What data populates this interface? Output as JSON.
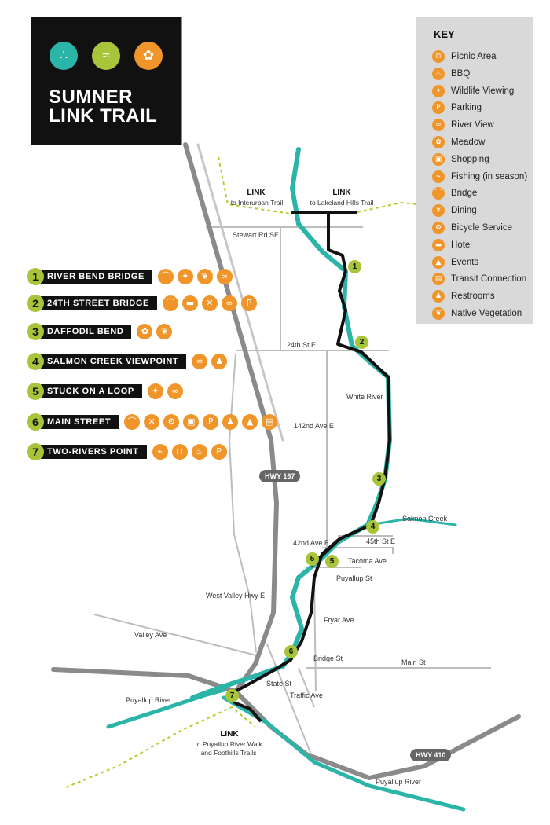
{
  "title": {
    "line1": "SUMNER",
    "line2": "LINK TRAIL"
  },
  "colors": {
    "river": "#2bb5a8",
    "trail": "#111111",
    "highway": "#8a8a8a",
    "road": "#bdbdbd",
    "accent_green": "#a8c43a",
    "icon_orange": "#f0952a",
    "key_bg": "#d9d9d9",
    "link_dashed": "#b5cc2e"
  },
  "logo_icons": [
    {
      "name": "footprints-icon",
      "color": "#2bb5a8"
    },
    {
      "name": "salmon-icon",
      "color": "#a8c43a"
    },
    {
      "name": "daffodil-icon",
      "color": "#f0952a"
    }
  ],
  "key": {
    "title": "KEY",
    "items": [
      {
        "label": "Picnic Area",
        "icon": "picnic-icon",
        "glyph": "⊓"
      },
      {
        "label": "BBQ",
        "icon": "bbq-icon",
        "glyph": "♨"
      },
      {
        "label": "Wildlife Viewing",
        "icon": "bird-icon",
        "glyph": "✦"
      },
      {
        "label": "Parking",
        "icon": "parking-icon",
        "glyph": "P"
      },
      {
        "label": "River View",
        "icon": "binoculars-icon",
        "glyph": "∞"
      },
      {
        "label": "Meadow",
        "icon": "meadow-icon",
        "glyph": "✿"
      },
      {
        "label": "Shopping",
        "icon": "shopping-icon",
        "glyph": "▣"
      },
      {
        "label": "Fishing (in season)",
        "icon": "fishing-icon",
        "glyph": "⌁"
      },
      {
        "label": "Bridge",
        "icon": "bridge-icon",
        "glyph": "⌒"
      },
      {
        "label": "Dining",
        "icon": "dining-icon",
        "glyph": "✕"
      },
      {
        "label": "Bicycle Service",
        "icon": "bicycle-icon",
        "glyph": "⚙"
      },
      {
        "label": "Hotel",
        "icon": "hotel-icon",
        "glyph": "▬"
      },
      {
        "label": "Events",
        "icon": "events-icon",
        "glyph": "▲"
      },
      {
        "label": "Transit Connection",
        "icon": "transit-icon",
        "glyph": "▤"
      },
      {
        "label": "Restrooms",
        "icon": "restrooms-icon",
        "glyph": "♟"
      },
      {
        "label": "Native Vegetation",
        "icon": "vegetation-icon",
        "glyph": "❦"
      }
    ]
  },
  "stops": [
    {
      "num": "1",
      "name": "RIVER BEND BRIDGE",
      "icons": [
        {
          "icon": "bridge-icon",
          "glyph": "⌒"
        },
        {
          "icon": "bird-icon",
          "glyph": "✦"
        },
        {
          "icon": "vegetation-icon",
          "glyph": "❦"
        },
        {
          "icon": "binoculars-icon",
          "glyph": "∞"
        }
      ]
    },
    {
      "num": "2",
      "name": "24TH STREET BRIDGE",
      "icons": [
        {
          "icon": "bridge-icon",
          "glyph": "⌒"
        },
        {
          "icon": "hotel-icon",
          "glyph": "▬"
        },
        {
          "icon": "dining-icon",
          "glyph": "✕"
        },
        {
          "icon": "binoculars-icon",
          "glyph": "∞"
        },
        {
          "icon": "parking-icon",
          "glyph": "P"
        }
      ]
    },
    {
      "num": "3",
      "name": "DAFFODIL BEND",
      "icons": [
        {
          "icon": "meadow-icon",
          "glyph": "✿"
        },
        {
          "icon": "vegetation-icon",
          "glyph": "❦"
        }
      ]
    },
    {
      "num": "4",
      "name": "SALMON CREEK VIEWPOINT",
      "icons": [
        {
          "icon": "binoculars-icon",
          "glyph": "∞"
        },
        {
          "icon": "restrooms-icon",
          "glyph": "♟"
        }
      ]
    },
    {
      "num": "5",
      "name": "STUCK ON A LOOP",
      "icons": [
        {
          "icon": "bird-icon",
          "glyph": "✦"
        },
        {
          "icon": "binoculars-icon",
          "glyph": "∞"
        }
      ]
    },
    {
      "num": "6",
      "name": "MAIN STREET",
      "icons": [
        {
          "icon": "bridge-icon",
          "glyph": "⌒"
        },
        {
          "icon": "dining-icon",
          "glyph": "✕"
        },
        {
          "icon": "bicycle-icon",
          "glyph": "⚙"
        },
        {
          "icon": "shopping-icon",
          "glyph": "▣"
        },
        {
          "icon": "parking-icon",
          "glyph": "P"
        },
        {
          "icon": "restrooms-icon",
          "glyph": "♟"
        },
        {
          "icon": "events-icon",
          "glyph": "▲"
        },
        {
          "icon": "transit-icon",
          "glyph": "▤"
        }
      ]
    },
    {
      "num": "7",
      "name": "TWO-RIVERS POINT",
      "icons": [
        {
          "icon": "fishing-icon",
          "glyph": "⌁"
        },
        {
          "icon": "picnic-icon",
          "glyph": "⊓"
        },
        {
          "icon": "bbq-icon",
          "glyph": "♨"
        },
        {
          "icon": "parking-icon",
          "glyph": "P"
        }
      ]
    }
  ],
  "map": {
    "links": {
      "interurban": {
        "head": "LINK",
        "sub": "to Interurban Trail"
      },
      "lakeland": {
        "head": "LINK",
        "sub": "to Lakeland Hills Trail"
      },
      "puyallup": {
        "head": "LINK",
        "sub1": "to Puyallup River Walk",
        "sub2": "and Foothills Trails"
      }
    },
    "roads": {
      "stewart": "Stewart Rd SE",
      "st24": "24th St E",
      "ave142_upper": "142nd Ave E",
      "ave142_lower": "142nd Ave E",
      "st45": "45th St E",
      "tacoma": "Tacoma Ave",
      "puyallup_st": "Puyallup St",
      "west_valley": "West Valley Hwy E",
      "valley_ave": "Valley Ave",
      "fryar": "Fryar Ave",
      "bridge_st": "Bridge St",
      "main_st": "Main St",
      "state_st": "State St",
      "traffic_ave": "Traffic Ave"
    },
    "waters": {
      "white_river": "White River",
      "salmon_creek": "Salmon Creek",
      "puyallup_river_w": "Puyallup River",
      "puyallup_river_e": "Puyallup River"
    },
    "highways": {
      "hwy167": "HWY 167",
      "hwy410": "HWY 410"
    },
    "markers": [
      "1",
      "2",
      "3",
      "4",
      "5",
      "5",
      "6",
      "7"
    ]
  }
}
